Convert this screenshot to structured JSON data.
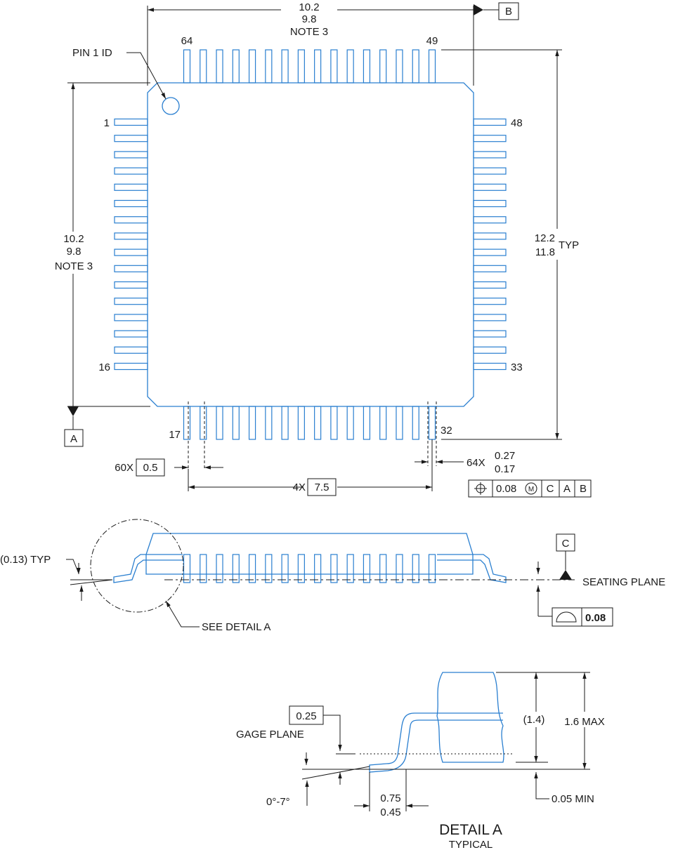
{
  "top_view": {
    "width_max": "10.2",
    "width_min": "9.8",
    "width_note": "NOTE 3",
    "height_max": "10.2",
    "height_min": "9.8",
    "height_note": "NOTE 3",
    "span_max": "12.2",
    "span_min": "11.8",
    "span_suffix": "TYP",
    "pin1_label": "PIN 1 ID",
    "pin_numbers": {
      "p1": "1",
      "p16": "16",
      "p17": "17",
      "p32": "32",
      "p33": "33",
      "p48": "48",
      "p49": "49",
      "p64": "64"
    },
    "datum_a": "A",
    "datum_b": "B",
    "pitch_count": "60X",
    "pitch_value": "0.5",
    "row_count": "4X",
    "row_value": "7.5",
    "lead_width_count": "64X",
    "lead_width_max": "0.27",
    "lead_width_min": "0.17",
    "fcf": {
      "position_symbol": "⌖",
      "tolerance": "0.08",
      "modifier": "M",
      "datum1": "C",
      "datum2": "A",
      "datum3": "B"
    }
  },
  "side_view": {
    "thickness_label": "(0.13) TYP",
    "datum_c": "C",
    "seating_plane": "SEATING PLANE",
    "see_detail": "SEE DETAIL A",
    "flatness_symbol": "⌓",
    "flatness_value": "0.08"
  },
  "detail": {
    "gage_value": "0.25",
    "gage_plane": "GAGE PLANE",
    "angle_range": "0°-7°",
    "foot_max": "0.75",
    "foot_min": "0.45",
    "body_height": "(1.4)",
    "total_height": "1.6 MAX",
    "standoff": "0.05 MIN",
    "title": "DETAIL  A",
    "subtitle": "TYPICAL"
  },
  "colors": {
    "package_outline": "#2a7fd0",
    "dimension_lines": "#1a1a1a"
  }
}
